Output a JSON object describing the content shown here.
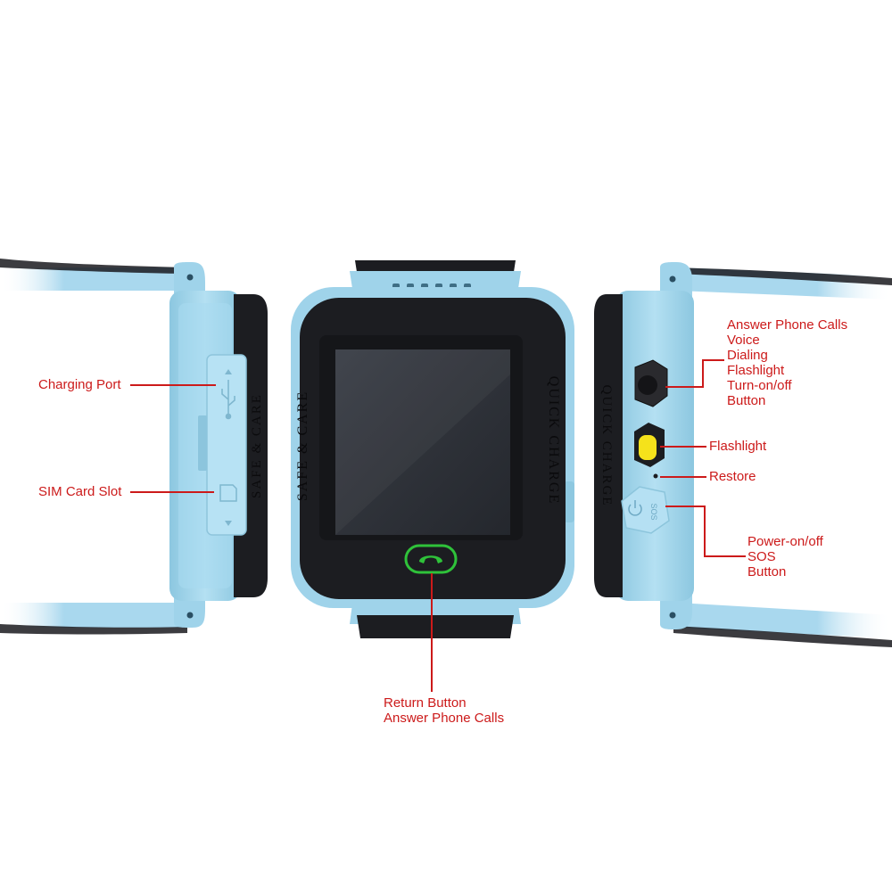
{
  "palette": {
    "strap_blue": "#a9d8ee",
    "case_blue": "#9fd3ea",
    "bezel_black": "#1c1d21",
    "screen": "#2c2f36",
    "callout_red": "#cc1a1a",
    "call_button_green": "#2fc23a",
    "flashlight_yellow": "#f5e21b"
  },
  "engravings": {
    "left_side": "SAFE & CARE",
    "front_left": "SAFE & CARE",
    "front_right": "QUICK CHARGE",
    "right_side": "QUICK CHARGE",
    "sos_button": "SOS"
  },
  "icons": {
    "usb": "usb-icon",
    "sim": "sim-card-icon",
    "call": "phone-call-icon",
    "power": "power-icon"
  },
  "callouts": {
    "charging_port": "Charging Port",
    "sim_card_slot": "SIM Card Slot",
    "return_button": [
      "Return Button",
      "Answer Phone Calls"
    ],
    "answer_button": [
      "Answer Phone Calls",
      "Voice",
      "Dialing",
      "Flashlight",
      "Turn-on/off",
      "Button"
    ],
    "flashlight": "Flashlight",
    "restore": "Restore",
    "power_button": [
      "Power-on/off",
      "SOS",
      "Button"
    ]
  }
}
